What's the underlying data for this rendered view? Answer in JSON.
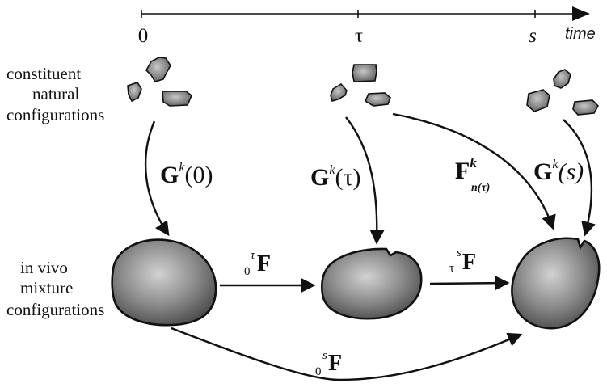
{
  "timeline": {
    "tick_0": "0",
    "tick_tau": "τ",
    "tick_s": "s",
    "axis_label": "time"
  },
  "left_labels": {
    "natural": [
      "constituent",
      "natural",
      "configurations"
    ],
    "mixture": [
      "in vivo",
      "mixture",
      "configurations"
    ]
  },
  "mappings": {
    "G0": {
      "sym": "G",
      "sup": "k",
      "arg": "(0)"
    },
    "Gtau": {
      "sym": "G",
      "sup": "k",
      "arg": "(τ)"
    },
    "Gs": {
      "sym": "G",
      "sup": "k",
      "arg": "(s)"
    },
    "Fn": {
      "sym": "F",
      "sup": "k",
      "sub": "n(τ)"
    },
    "F0tau": {
      "pre_sub": "0",
      "pre_sup": "τ",
      "sym": "F"
    },
    "Ftaus": {
      "pre_sub": "τ",
      "pre_sup": "s",
      "sym": "F"
    },
    "F0s": {
      "pre_sub": "0",
      "pre_sup": "s",
      "sym": "F"
    }
  },
  "colors": {
    "ink": "#111111",
    "shade_light": "#d2d2d2",
    "shade_dark": "#4a4a4a"
  }
}
